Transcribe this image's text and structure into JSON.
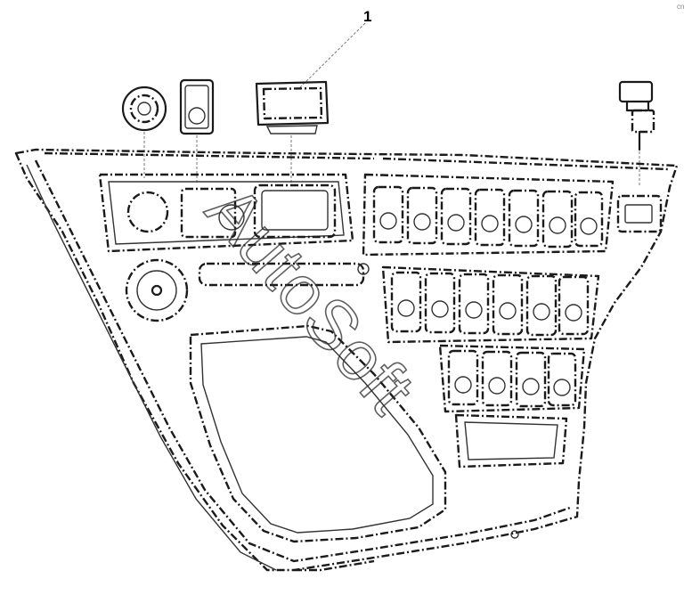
{
  "diagram": {
    "callouts": [
      {
        "id": "1",
        "label": "1"
      }
    ],
    "watermark": "AutoSoft",
    "corner_mark": "cn"
  }
}
